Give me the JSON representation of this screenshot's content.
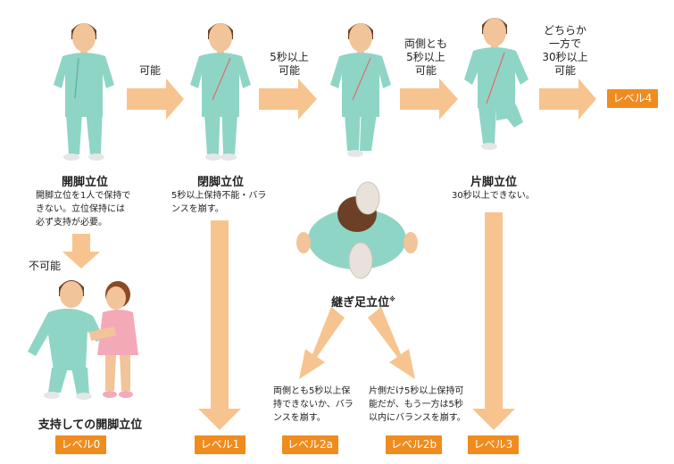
{
  "colors": {
    "arrow": "#f7c48f",
    "badge": "#f08c1e",
    "scrubs": "#8fd5c6",
    "scrubs_shade": "#64b4a4",
    "skin": "#f2c49a",
    "hair": "#6b4026",
    "nurse": "#f4a9b9",
    "nurse_hair": "#8a4a24",
    "shoes": "#e6e6e6"
  },
  "levels": {
    "level0": "レベル0",
    "level1": "レベル1",
    "level2a": "レベル2a",
    "level2b": "レベル2b",
    "level3": "レベル3",
    "level4": "レベル4"
  },
  "arrows": {
    "possible": "可能",
    "five_sec_line1": "5秒以上",
    "five_sec_line2": "可能",
    "both_line1": "両側とも",
    "both_line2": "5秒以上",
    "both_line3": "可能",
    "either_line1": "どちらか",
    "either_line2": "一方で",
    "either_line3": "30秒以上",
    "either_line4": "可能",
    "impossible": "不可能"
  },
  "stances": {
    "open": {
      "title": "開脚立位",
      "desc1": "開脚立位を1人で保持で",
      "desc2": "きない。立位保持には",
      "desc3": "必ず支持が必要。"
    },
    "closed": {
      "title": "閉脚立位",
      "desc1": "5秒以上保持不能・バラ",
      "desc2": "ンスを崩す。"
    },
    "single": {
      "title": "片脚立位",
      "desc1": "30秒以上できない。"
    },
    "tandem": {
      "title": "継ぎ足立位",
      "mark": "※"
    },
    "supported": {
      "title": "支持しての開脚立位"
    },
    "level2a_desc": {
      "line1": "両側とも5秒以上保",
      "line2": "持できないか、バラ",
      "line3": "ンスを崩す。"
    },
    "level2b_desc": {
      "line1": "片側だけ5秒以上保持可",
      "line2": "能だが、もう一方は5秒",
      "line3": "以内にバランスを崩す。"
    }
  }
}
